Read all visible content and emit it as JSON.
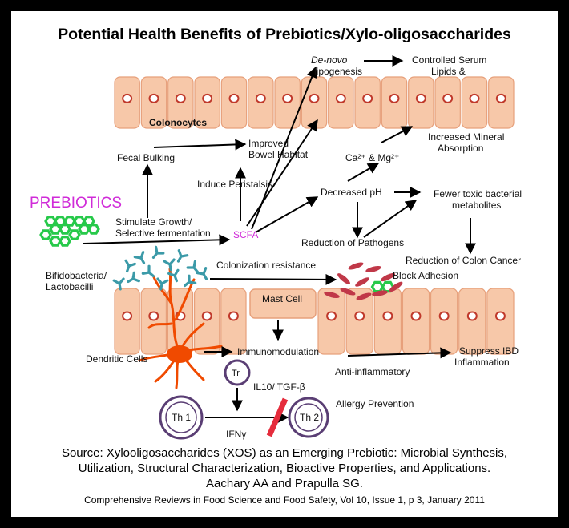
{
  "title": "Potential Health Benefits of Prebiotics/Xylo-oligosaccharides",
  "colors": {
    "cell_fill": "#f7c8a9",
    "cell_stroke": "#e7a07b",
    "nucleus": "#c0392b",
    "prebiotic_magenta": "#d02bd8",
    "hexagon_green": "#27c94a",
    "bacteria_teal": "#3b9aa8",
    "pathogen_red": "#c03848",
    "dendritic_orange": "#f04a00",
    "block_red": "#e52c3c",
    "tcell_purple": "#5a3e74"
  },
  "labels": {
    "de_novo": "De-novo",
    "lipogenesis": "lipogenesis",
    "controlled_1": "Controlled Serum",
    "controlled_2": "Lipids &",
    "colonocytes": "Colonocytes",
    "improved_1": "Improved",
    "improved_2": "Bowel Habitat",
    "fecal": "Fecal Bulking",
    "ca_mg": "Ca²⁺ & Mg²⁺",
    "mineral_1": "Increased Mineral",
    "mineral_2": "Absorption",
    "induce": "Induce Peristalsis",
    "ph": "Decreased pH",
    "fewer_1": "Fewer toxic bacterial",
    "fewer_2": "metabolites",
    "prebiotics": "PREBIOTICS",
    "stimulate_1": "Stimulate Growth/",
    "stimulate_2": "Selective fermentation",
    "scfa": "SCFA",
    "pathogens": "Reduction of Pathogens",
    "cancer": "Reduction of Colon Cancer",
    "bifido_1": "Bifidobacteria/",
    "bifido_2": "Lactobacilli",
    "colonization": "Colonization resistance",
    "block": "Block Adhesion",
    "mast": "Mast Cell",
    "dendritic": "Dendritic Cells",
    "immuno": "Immunomodulation",
    "ibd_1": "Suppress IBD",
    "ibd_2": "Inflammation",
    "anti": "Anti-inflammatory",
    "tr": "Tr",
    "il10": "IL10/ TGF-β",
    "th1": "Th 1",
    "th2": "Th 2",
    "allergy": "Allergy Prevention",
    "ifn": "IFNγ"
  },
  "source": {
    "line1": "Source: Xylooligosaccharides (XOS) as an Emerging Prebiotic: Microbial Synthesis,",
    "line2": "Utilization, Structural Characterization, Bioactive Properties, and Applications.",
    "line3": "Aachary AA and Prapulla SG.",
    "line4": "Comprehensive Reviews in Food Science and Food Safety, Vol 10, Issue 1, p 3, January 2011"
  }
}
